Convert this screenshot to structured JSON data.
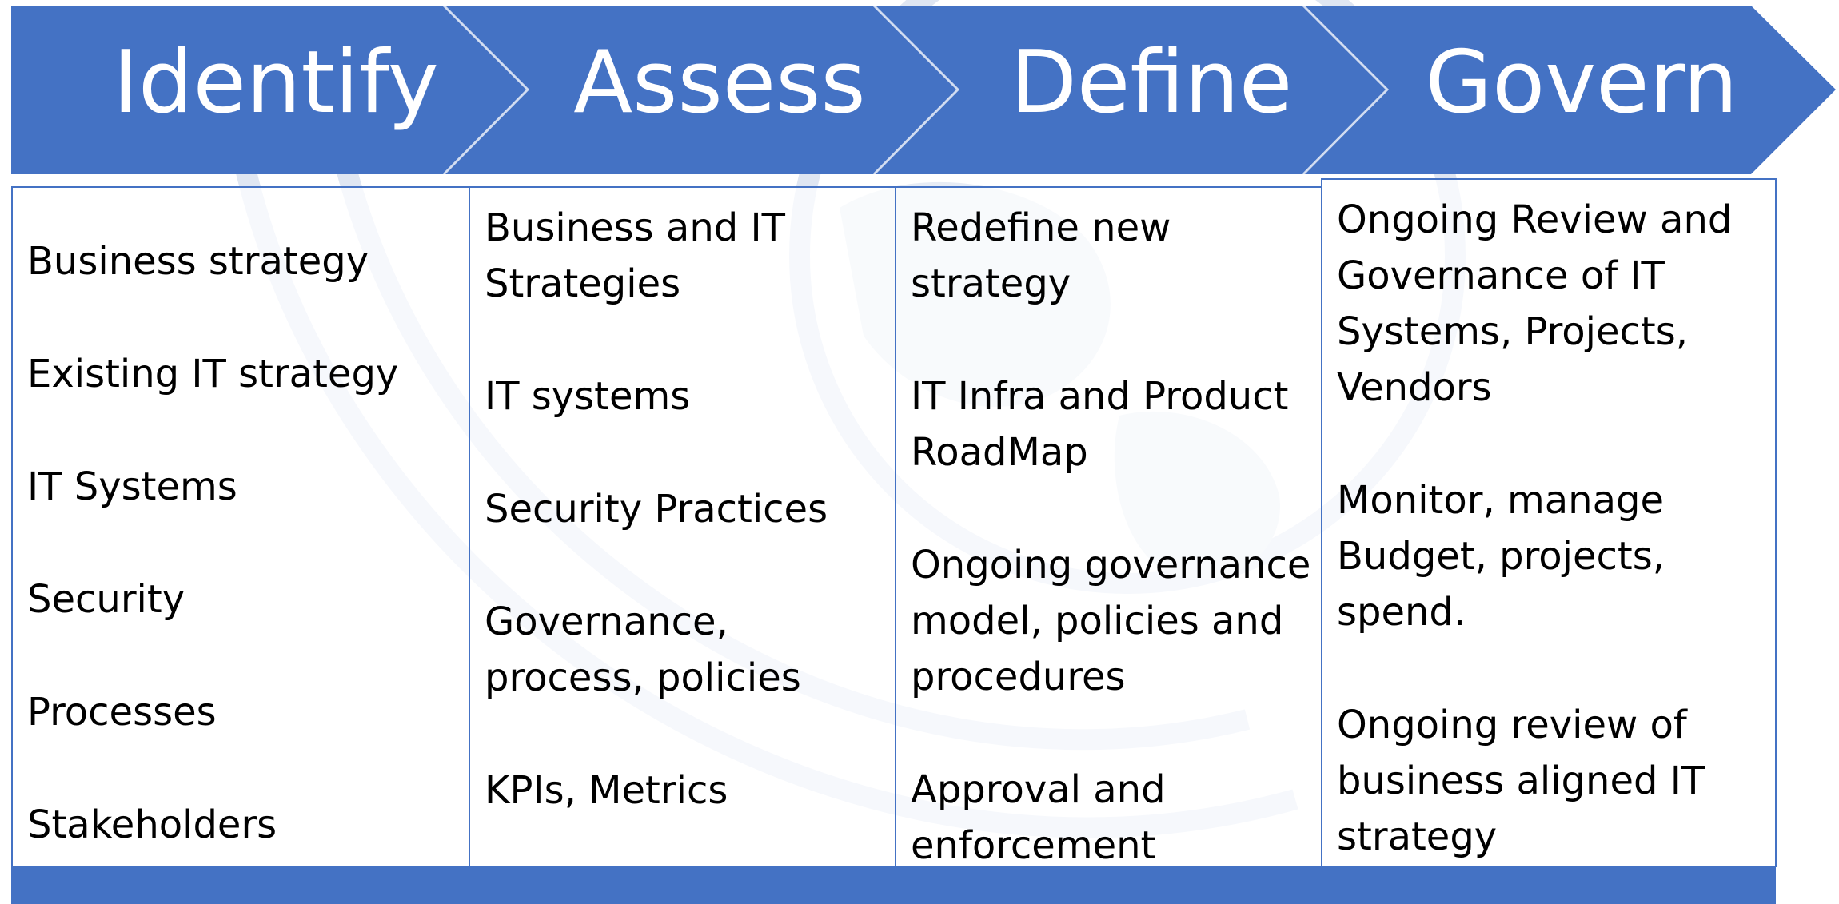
{
  "colors": {
    "primary": "#4472c4",
    "border": "#4472c4",
    "watermark": "#d9e1ef",
    "text": "#000000",
    "label": "#ffffff"
  },
  "stages": [
    {
      "name": "Identify",
      "items": [
        "Business strategy",
        "Existing IT strategy",
        "IT Systems",
        "Security",
        "Processes",
        "Stakeholders"
      ]
    },
    {
      "name": "Assess",
      "items": [
        "Business and IT Strategies",
        "IT systems",
        "Security Practices",
        "Governance, process, policies",
        "KPIs, Metrics"
      ]
    },
    {
      "name": "Define",
      "items": [
        "Redefine new strategy",
        "IT Infra and Product RoadMap",
        "Ongoing governance model, policies and procedures",
        "Approval and enforcement"
      ]
    },
    {
      "name": "Govern",
      "items": [
        "Ongoing Review and Governance of IT Systems, Projects, Vendors",
        "Monitor, manage Budget, projects, spend.",
        "Ongoing review of business aligned IT strategy"
      ]
    }
  ]
}
